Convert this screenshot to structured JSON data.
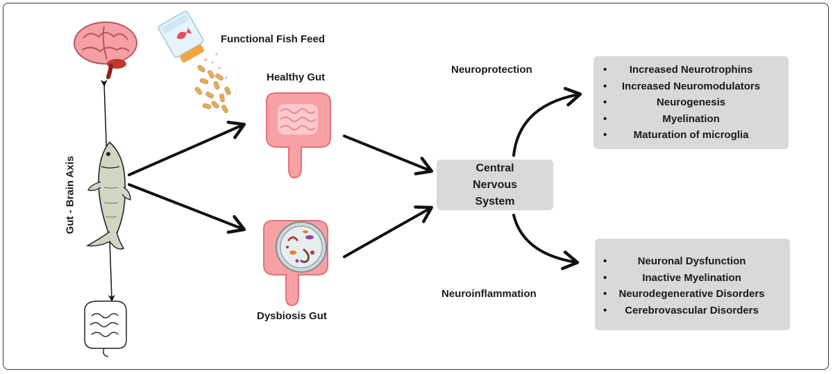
{
  "labels": {
    "functional_fish_feed": "Functional Fish Feed",
    "healthy_gut": "Healthy Gut",
    "dysbiosis_gut": "Dysbiosis Gut",
    "gut_brain_axis": "Gut - Brain Axis",
    "central_nervous_system": "Central Nervous System",
    "neuroprotection": "Neuroprotection",
    "neuroinflammation": "Neuroinflammation"
  },
  "neuroprotection_effects": [
    "Increased Neurotrophins",
    "Increased Neuromodulators",
    "Neurogenesis",
    "Myelination",
    "Maturation of microglia"
  ],
  "neuroinflammation_effects": [
    "Neuronal Dysfunction",
    "Inactive Myelination",
    "Neurodegenerative Disorders",
    "Cerebrovascular Disorders"
  ],
  "colors": {
    "box": "#d9d9d9",
    "gut_pink": "#f7a1a4",
    "brain_pink": "#f08f96",
    "feed_tan": "#e2ad5c",
    "arrow": "#111111"
  },
  "icons": [
    "brain-icon",
    "fish-feed-icon",
    "fish-icon",
    "intestine-outline-icon",
    "healthy-gut-icon",
    "dysbiosis-gut-icon",
    "petri-dish-icon"
  ]
}
